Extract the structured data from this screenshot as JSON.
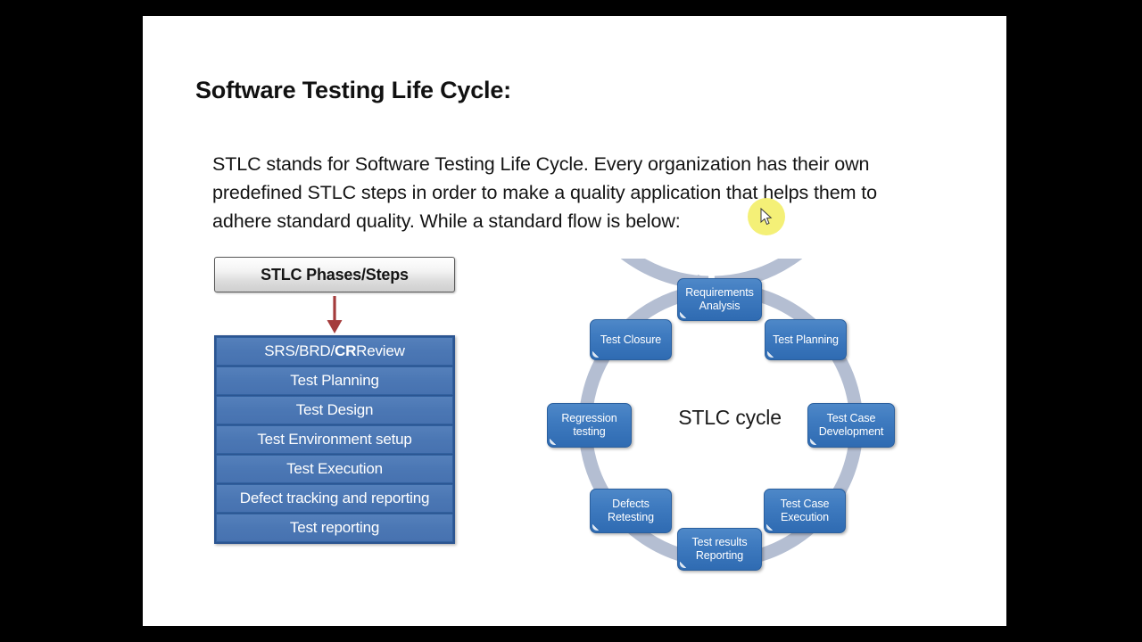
{
  "slide": {
    "title": "Software Testing Life Cycle:",
    "paragraph": "STLC stands for Software Testing Life Cycle. Every organization has their own predefined STLC steps in order to make a quality application that helps them to adhere standard quality. While a standard flow is below:",
    "background_color": "#ffffff",
    "letterbox_color": "#000000"
  },
  "phases_panel": {
    "header_label": "STLC Phases/Steps",
    "arrow_color": "#a43c3c",
    "row_fill_color": "#4b77b4",
    "row_border_color": "#31619f",
    "items": [
      {
        "prefix": "SRS/BRD/",
        "bold": "CR",
        "suffix": " Review"
      },
      {
        "prefix": "Test Planning",
        "bold": "",
        "suffix": ""
      },
      {
        "prefix": "Test Design",
        "bold": "",
        "suffix": ""
      },
      {
        "prefix": "Test Environment setup",
        "bold": "",
        "suffix": ""
      },
      {
        "prefix": "Test Execution",
        "bold": "",
        "suffix": ""
      },
      {
        "prefix": "Defect tracking and reporting",
        "bold": "",
        "suffix": ""
      },
      {
        "prefix": "Test reporting",
        "bold": "",
        "suffix": ""
      }
    ]
  },
  "cycle": {
    "center_label": "STLC cycle",
    "ring_color": "#b4bed2",
    "node_fill_color": "#3f7bc0",
    "node_border_color": "#2a5f9e",
    "direction": "clockwise",
    "nodes": [
      {
        "id": "requirements",
        "line1": "Requirements",
        "line2": "Analysis"
      },
      {
        "id": "test-planning",
        "line1": "Test Planning",
        "line2": ""
      },
      {
        "id": "tc-development",
        "line1": "Test Case",
        "line2": "Development"
      },
      {
        "id": "tc-execution",
        "line1": "Test Case",
        "line2": "Execution"
      },
      {
        "id": "test-results",
        "line1": "Test results",
        "line2": "Reporting"
      },
      {
        "id": "defects",
        "line1": "Defects",
        "line2": "Retesting"
      },
      {
        "id": "regression",
        "line1": "Regression",
        "line2": "testing"
      },
      {
        "id": "test-closure",
        "line1": "Test Closure",
        "line2": ""
      }
    ]
  },
  "cursor": {
    "highlight_color": "#f3ef6b",
    "icon": "mouse-pointer-icon"
  }
}
